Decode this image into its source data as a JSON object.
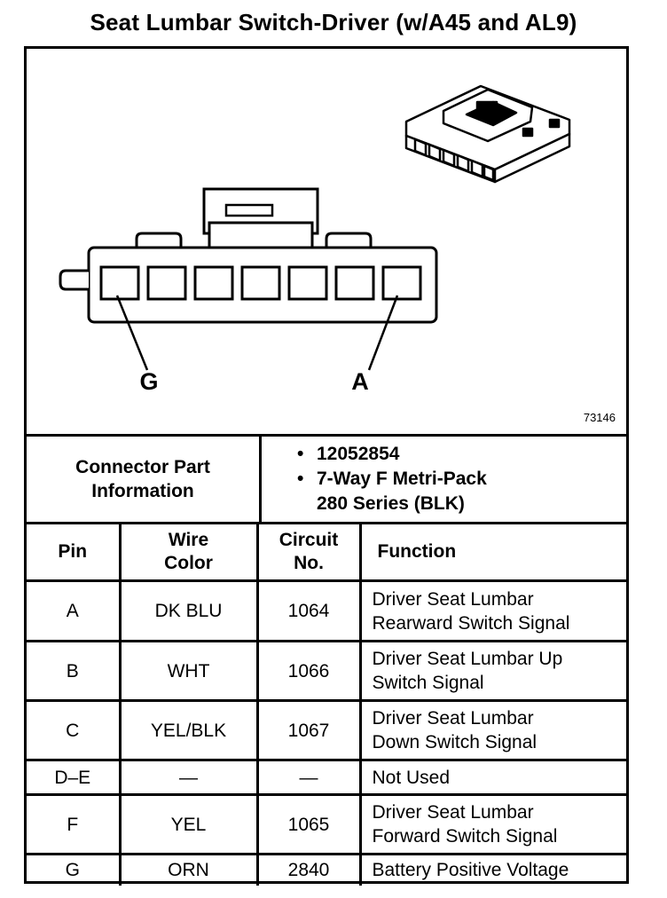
{
  "title": "Seat Lumbar Switch-Driver (w/A45 and AL9)",
  "diagram": {
    "figure_number": "73146",
    "pin_label_left": "G",
    "pin_label_right": "A"
  },
  "connector_info": {
    "label_line1": "Connector Part",
    "label_line2": "Information",
    "bullet": "•",
    "part_number": "12052854",
    "description_line1": "7-Way F Metri-Pack",
    "description_line2": "280 Series (BLK)"
  },
  "table": {
    "headers": {
      "pin": "Pin",
      "wire_color_line1": "Wire",
      "wire_color_line2": "Color",
      "circuit_line1": "Circuit",
      "circuit_line2": "No.",
      "function": "Function"
    },
    "rows": [
      {
        "pin": "A",
        "color": "DK BLU",
        "circuit": "1064",
        "function_line1": "Driver Seat Lumbar",
        "function_line2": "Rearward Switch Signal"
      },
      {
        "pin": "B",
        "color": "WHT",
        "circuit": "1066",
        "function_line1": "Driver Seat Lumbar Up",
        "function_line2": "Switch Signal"
      },
      {
        "pin": "C",
        "color": "YEL/BLK",
        "circuit": "1067",
        "function_line1": "Driver Seat Lumbar",
        "function_line2": "Down Switch Signal"
      },
      {
        "pin": "D–E",
        "color": "—",
        "circuit": "—",
        "function_line1": "Not Used",
        "function_line2": ""
      },
      {
        "pin": "F",
        "color": "YEL",
        "circuit": "1065",
        "function_line1": "Driver Seat Lumbar",
        "function_line2": "Forward Switch Signal"
      },
      {
        "pin": "G",
        "color": "ORN",
        "circuit": "2840",
        "function_line1": "Battery Positive Voltage",
        "function_line2": ""
      }
    ]
  }
}
